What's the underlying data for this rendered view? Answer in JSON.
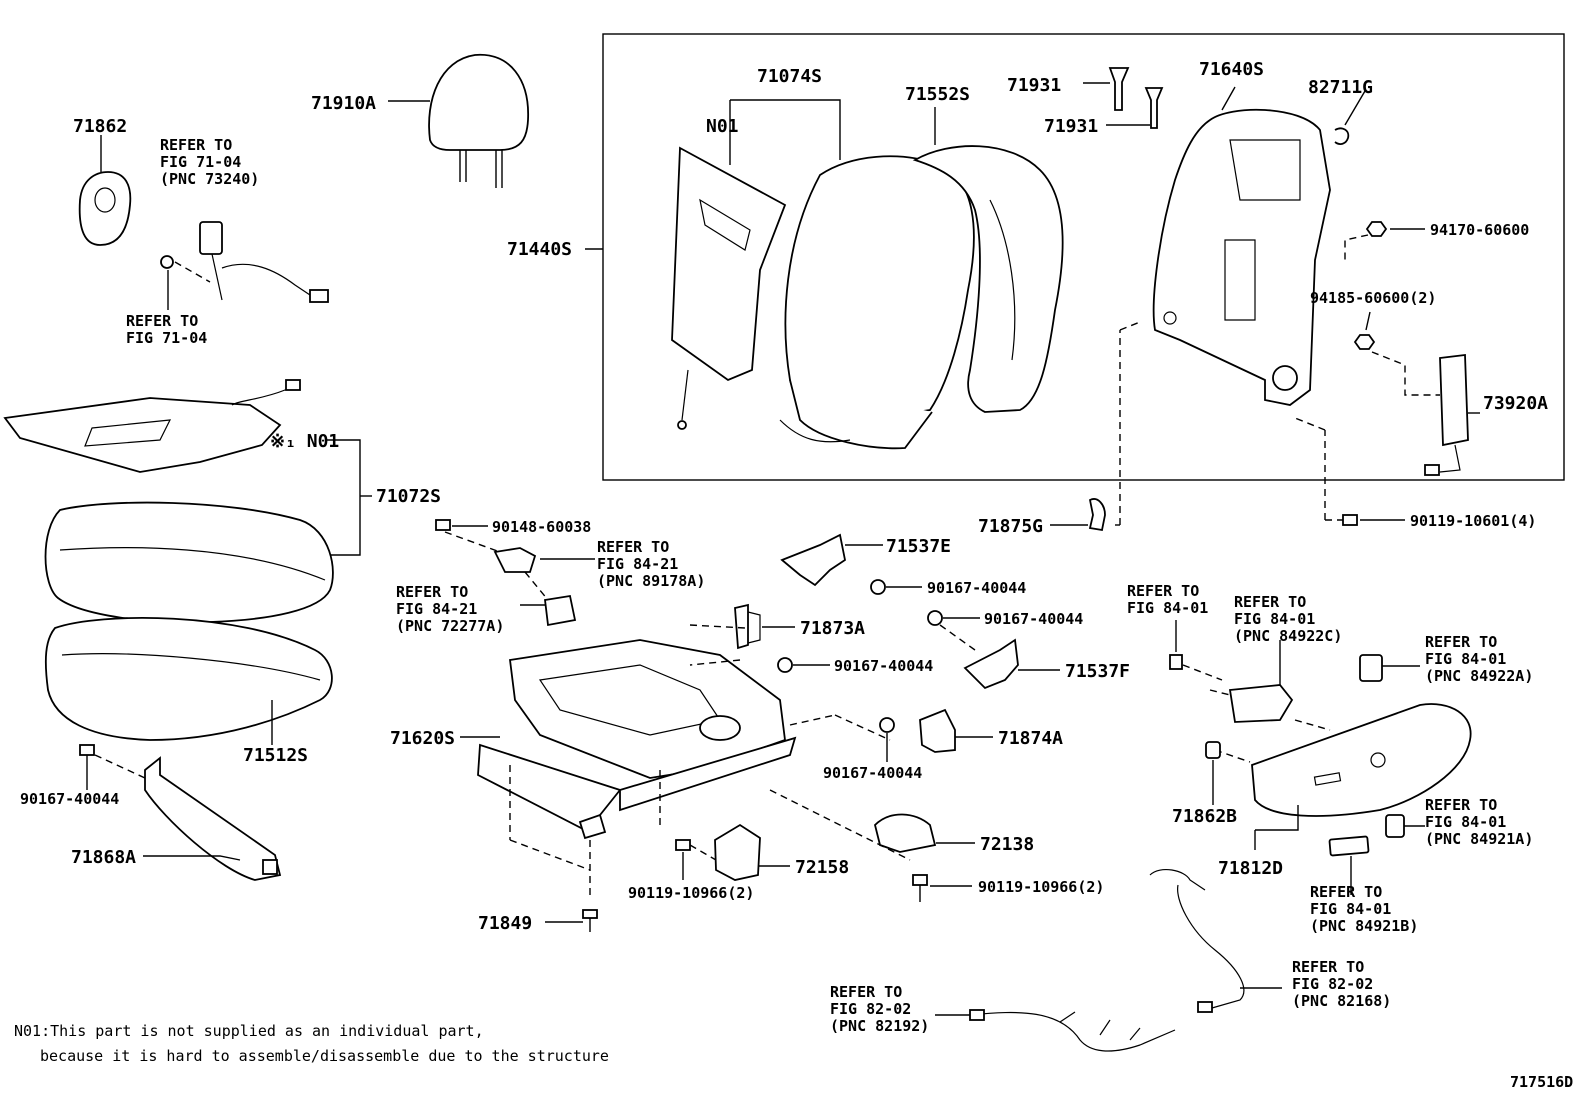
{
  "diagram_code": "717516D",
  "footnote": {
    "line1": "N01:This part is not supplied as an individual part,",
    "line2": "because it is hard to assemble/disassemble due to the structure"
  },
  "labels": {
    "p71862": "71862",
    "p71910A": "71910A",
    "refer_7104_a1": "REFER TO",
    "refer_7104_a2": "FIG 71-04",
    "refer_7104_a3": "(PNC 73240)",
    "refer_7104_b1": "REFER TO",
    "refer_7104_b2": "FIG 71-04",
    "p71074S": "71074S",
    "n01_box": "N01",
    "p71552S": "71552S",
    "p71931_a": "71931",
    "p71931_b": "71931",
    "p71640S": "71640S",
    "p82711G": "82711G",
    "p71440S": "71440S",
    "p94170": "94170-60600",
    "p94185": "94185-60600(2)",
    "p73920A": "73920A",
    "n01_cushion": "※₁ N01",
    "p71072S": "71072S",
    "p71875G": "71875G",
    "p90119_10601": "90119-10601(4)",
    "p90148": "90148-60038",
    "refer_8421_a1": "REFER TO",
    "refer_8421_a2": "FIG 84-21",
    "refer_8421_a3": "(PNC 89178A)",
    "refer_8421_b1": "REFER TO",
    "refer_8421_b2": "FIG 84-21",
    "refer_8421_b3": "(PNC 72277A)",
    "p71537E": "71537E",
    "p90167_a": "90167-40044",
    "p90167_b": "90167-40044",
    "p71873A": "71873A",
    "p90167_c": "90167-40044",
    "p71537F": "71537F",
    "refer_8401_a1": "REFER TO",
    "refer_8401_a2": "FIG 84-01",
    "refer_8401_b1": "REFER TO",
    "refer_8401_b2": "FIG 84-01",
    "refer_8401_b3": "(PNC 84922C)",
    "refer_8401_c1": "REFER TO",
    "refer_8401_c2": "FIG 84-01",
    "refer_8401_c3": "(PNC 84922A)",
    "p71512S": "71512S",
    "p71620S": "71620S",
    "p71874A": "71874A",
    "p90167_d": "90167-40044",
    "p90167_e": "90167-40044",
    "p71868A": "71868A",
    "p71862B": "71862B",
    "refer_8401_d1": "REFER TO",
    "refer_8401_d2": "FIG 84-01",
    "refer_8401_d3": "(PNC 84921A)",
    "p72138": "72138",
    "p72158": "72158",
    "p90119_10966_a": "90119-10966(2)",
    "p90119_10966_b": "90119-10966(2)",
    "p71812D": "71812D",
    "refer_8401_e1": "REFER TO",
    "refer_8401_e2": "FIG 84-01",
    "refer_8401_e3": "(PNC 84921B)",
    "p71849": "71849",
    "refer_8202_a1": "REFER TO",
    "refer_8202_a2": "FIG 82-02",
    "refer_8202_a3": "(PNC 82168)",
    "refer_8202_b1": "REFER TO",
    "refer_8202_b2": "FIG 82-02",
    "refer_8202_b3": "(PNC 82192)"
  }
}
